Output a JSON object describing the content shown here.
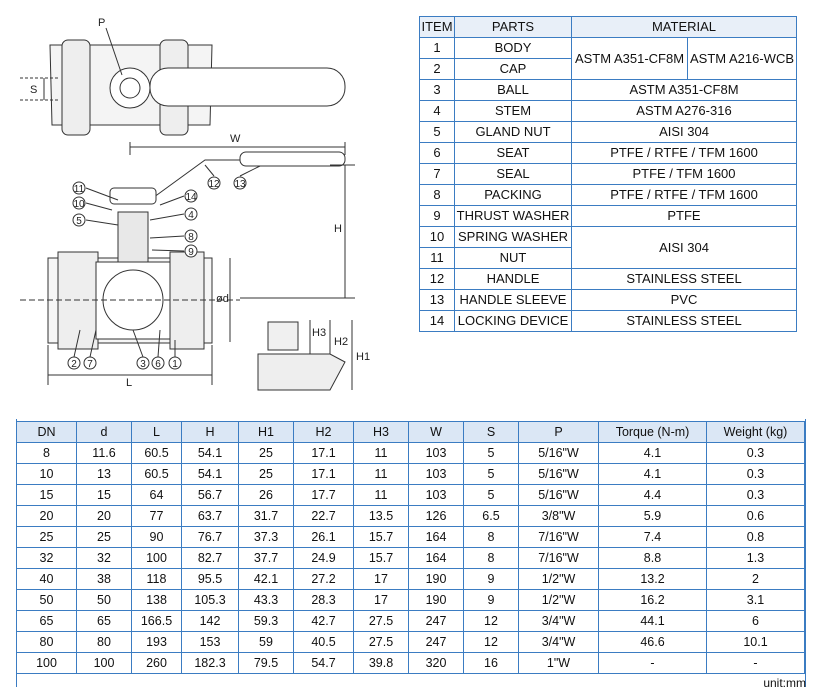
{
  "drawing": {
    "dimension_labels": [
      "P",
      "S",
      "W",
      "H",
      "L",
      "ød",
      "H1",
      "H2",
      "H3"
    ],
    "callouts": [
      "1",
      "2",
      "3",
      "4",
      "5",
      "6",
      "7",
      "8",
      "9",
      "10",
      "11",
      "12",
      "13",
      "14"
    ]
  },
  "parts_table": {
    "headers": [
      "ITEM",
      "PARTS",
      "MATERIAL"
    ],
    "rows": [
      {
        "item": "1",
        "part": "BODY",
        "material": "ASTM A351-CF8M",
        "material_alt": "ASTM A216-WCB"
      },
      {
        "item": "2",
        "part": "CAP"
      },
      {
        "item": "3",
        "part": "BALL",
        "material": "ASTM A351-CF8M"
      },
      {
        "item": "4",
        "part": "STEM",
        "material": "ASTM A276-316"
      },
      {
        "item": "5",
        "part": "GLAND NUT",
        "material": "AISI 304"
      },
      {
        "item": "6",
        "part": "SEAT",
        "material": "PTFE / RTFE / TFM 1600"
      },
      {
        "item": "7",
        "part": "SEAL",
        "material": "PTFE / TFM 1600"
      },
      {
        "item": "8",
        "part": "PACKING",
        "material": "PTFE / RTFE / TFM 1600"
      },
      {
        "item": "9",
        "part": "THRUST WASHER",
        "material": "PTFE"
      },
      {
        "item": "10",
        "part": "SPRING WASHER",
        "material": "AISI 304"
      },
      {
        "item": "11",
        "part": "NUT"
      },
      {
        "item": "12",
        "part": "HANDLE",
        "material": "STAINLESS STEEL"
      },
      {
        "item": "13",
        "part": "HANDLE SLEEVE",
        "material": "PVC"
      },
      {
        "item": "14",
        "part": "LOCKING DEVICE",
        "material": "STAINLESS STEEL"
      }
    ]
  },
  "dimension_table": {
    "headers": [
      "DN",
      "d",
      "L",
      "H",
      "H1",
      "H2",
      "H3",
      "W",
      "S",
      "P",
      "Torque (N-m)",
      "Weight (kg)"
    ],
    "rows": [
      [
        "8",
        "11.6",
        "60.5",
        "54.1",
        "25",
        "17.1",
        "11",
        "103",
        "5",
        "5/16\"W",
        "4.1",
        "0.3"
      ],
      [
        "10",
        "13",
        "60.5",
        "54.1",
        "25",
        "17.1",
        "11",
        "103",
        "5",
        "5/16\"W",
        "4.1",
        "0.3"
      ],
      [
        "15",
        "15",
        "64",
        "56.7",
        "26",
        "17.7",
        "11",
        "103",
        "5",
        "5/16\"W",
        "4.4",
        "0.3"
      ],
      [
        "20",
        "20",
        "77",
        "63.7",
        "31.7",
        "22.7",
        "13.5",
        "126",
        "6.5",
        "3/8\"W",
        "5.9",
        "0.6"
      ],
      [
        "25",
        "25",
        "90",
        "76.7",
        "37.3",
        "26.1",
        "15.7",
        "164",
        "8",
        "7/16\"W",
        "7.4",
        "0.8"
      ],
      [
        "32",
        "32",
        "100",
        "82.7",
        "37.7",
        "24.9",
        "15.7",
        "164",
        "8",
        "7/16\"W",
        "8.8",
        "1.3"
      ],
      [
        "40",
        "38",
        "118",
        "95.5",
        "42.1",
        "27.2",
        "17",
        "190",
        "9",
        "1/2\"W",
        "13.2",
        "2"
      ],
      [
        "50",
        "50",
        "138",
        "105.3",
        "43.3",
        "28.3",
        "17",
        "190",
        "9",
        "1/2\"W",
        "16.2",
        "3.1"
      ],
      [
        "65",
        "65",
        "166.5",
        "142",
        "59.3",
        "42.7",
        "27.5",
        "247",
        "12",
        "3/4\"W",
        "44.1",
        "6"
      ],
      [
        "80",
        "80",
        "193",
        "153",
        "59",
        "40.5",
        "27.5",
        "247",
        "12",
        "3/4\"W",
        "46.6",
        "10.1"
      ],
      [
        "100",
        "100",
        "260",
        "182.3",
        "79.5",
        "54.7",
        "39.8",
        "320",
        "16",
        "1\"W",
        "-",
        "-"
      ]
    ],
    "unit_note": "unit:mm"
  },
  "colors": {
    "border": "#3b7cc2",
    "header_bg": "#dbe7f5"
  }
}
